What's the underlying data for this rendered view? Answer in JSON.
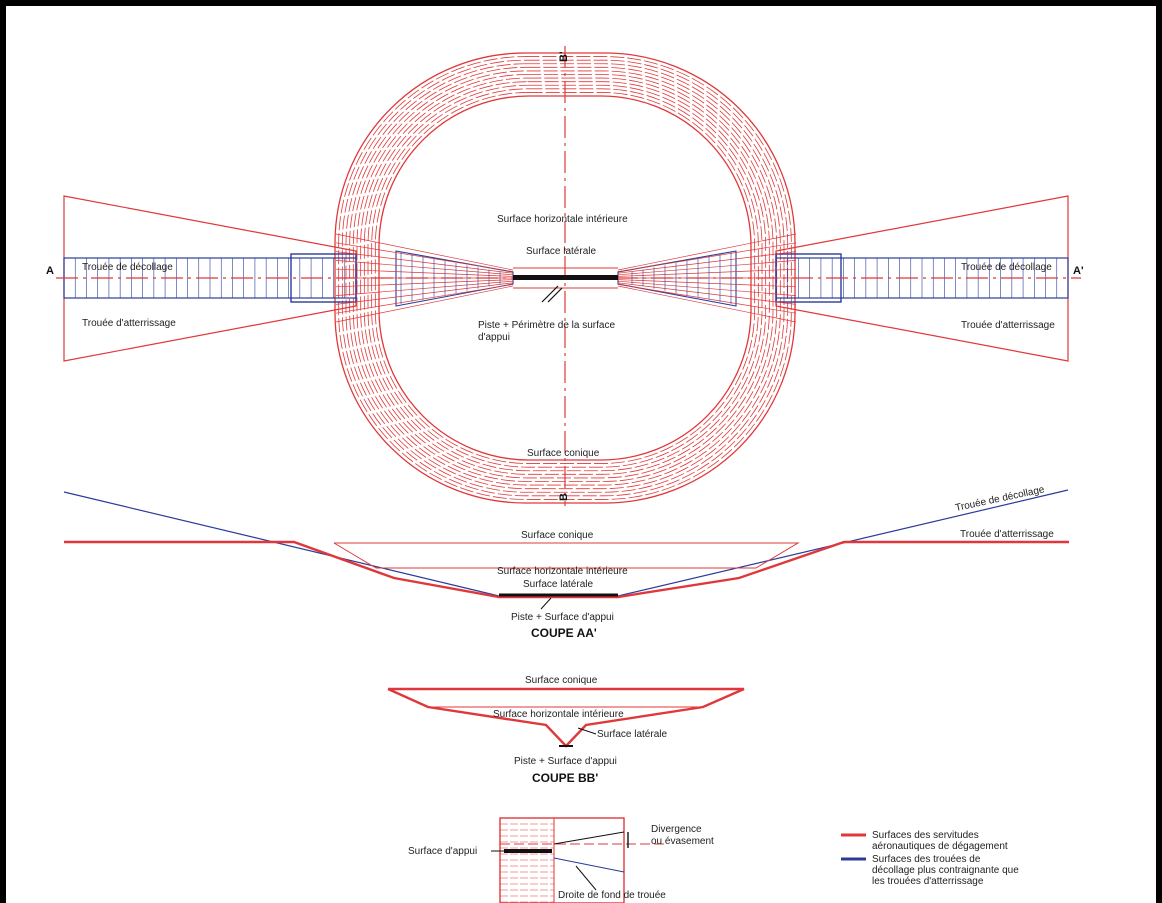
{
  "colors": {
    "red": "#e0383a",
    "blue": "#2a3c9a",
    "black": "#111111"
  },
  "plan": {
    "label_a": "A",
    "label_a_prime": "A'",
    "label_b_top": "B'",
    "label_b_bottom": "B",
    "decollage_left": "Trouée de décollage",
    "decollage_right": "Trouée de décollage",
    "atterrissage_left": "Trouée d'atterrissage",
    "atterrissage_right": "Trouée d'atterrissage",
    "horizontale": "Surface horizontale intérieure",
    "laterale": "Surface latérale",
    "piste_line1": "Piste + Périmètre de la surface",
    "piste_line2": "d'appui",
    "conique": "Surface conique"
  },
  "section_aa": {
    "decollage": "Trouée de décollage",
    "atterrissage": "Trouée d'atterrissage",
    "conique": "Surface conique",
    "horizontale": "Surface horizontale intérieure",
    "laterale": "Surface latérale",
    "piste": "Piste + Surface d'appui",
    "title": "COUPE AA'"
  },
  "section_bb": {
    "conique": "Surface conique",
    "horizontale": "Surface horizontale intérieure",
    "laterale": "Surface latérale",
    "piste": "Piste + Surface d'appui",
    "title": "COUPE BB'"
  },
  "detail": {
    "appui": "Surface d'appui",
    "divergence_line1": "Divergence",
    "divergence_line2": "ou évasement",
    "droite": "Droite de fond de trouée"
  },
  "legend": {
    "red_line1": "Surfaces des servitudes",
    "red_line2": "aéronautiques de dégagement",
    "blue_line1": "Surfaces des trouées de",
    "blue_line2": "décollage plus contraignante que",
    "blue_line3": "les trouées d'atterrissage"
  }
}
